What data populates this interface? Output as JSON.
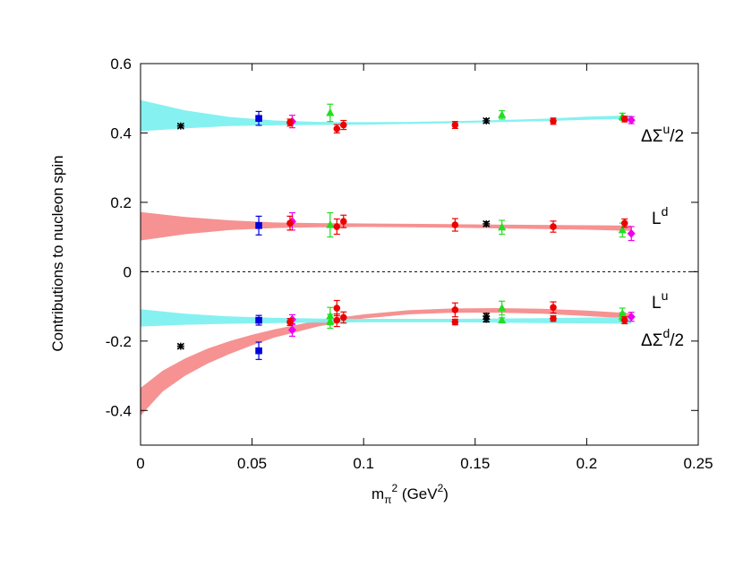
{
  "chart_data": {
    "type": "scatter",
    "xlim": [
      0,
      0.25
    ],
    "ylim": [
      -0.5,
      0.6
    ],
    "xticks": [
      {
        "value": 0,
        "label": "0"
      },
      {
        "value": 0.05,
        "label": "0.05"
      },
      {
        "value": 0.1,
        "label": "0.1"
      },
      {
        "value": 0.15,
        "label": "0.15"
      },
      {
        "value": 0.2,
        "label": "0.2"
      },
      {
        "value": 0.25,
        "label": "0.25"
      }
    ],
    "yticks": [
      {
        "value": -0.4,
        "label": "-0.4"
      },
      {
        "value": -0.2,
        "label": "-0.2"
      },
      {
        "value": 0,
        "label": "0"
      },
      {
        "value": 0.2,
        "label": "0.2"
      },
      {
        "value": 0.4,
        "label": "0.4"
      },
      {
        "value": 0.6,
        "label": "0.6"
      }
    ],
    "ylabel": "Contributions to nucleon spin",
    "xlabel": {
      "base": "m",
      "sub": "π",
      "sup": "2",
      "unit_open": " (GeV",
      "unit_sup": "2",
      "unit_close": ")"
    },
    "zero_line": true,
    "colors": {
      "cyan_band": "#7ff0f0",
      "red_band": "#f58c8c",
      "black": "#000000",
      "blue": "#0000dd",
      "magenta": "#ee00ee",
      "green": "#22dd22",
      "red": "#ee0000"
    },
    "bands": [
      {
        "id": "dsigma-u",
        "color": "cyan_band",
        "label": {
          "pre": "ΔΣ",
          "sup": "u",
          "post": "/2"
        },
        "x": [
          0,
          0.02,
          0.04,
          0.06,
          0.08,
          0.1,
          0.12,
          0.14,
          0.16,
          0.18,
          0.2,
          0.22
        ],
        "lo": [
          0.405,
          0.413,
          0.42,
          0.422,
          0.423,
          0.424,
          0.426,
          0.428,
          0.431,
          0.434,
          0.438,
          0.441
        ],
        "hi": [
          0.495,
          0.465,
          0.446,
          0.436,
          0.432,
          0.431,
          0.432,
          0.434,
          0.437,
          0.441,
          0.447,
          0.451
        ]
      },
      {
        "id": "l-d",
        "color": "red_band",
        "label": {
          "pre": "L",
          "sup": "d",
          "post": ""
        },
        "x": [
          0,
          0.02,
          0.04,
          0.06,
          0.08,
          0.1,
          0.12,
          0.14,
          0.16,
          0.18,
          0.2,
          0.22
        ],
        "lo": [
          0.09,
          0.108,
          0.12,
          0.126,
          0.128,
          0.129,
          0.128,
          0.127,
          0.125,
          0.123,
          0.121,
          0.118
        ],
        "hi": [
          0.172,
          0.158,
          0.148,
          0.142,
          0.14,
          0.139,
          0.138,
          0.137,
          0.136,
          0.135,
          0.134,
          0.133
        ]
      },
      {
        "id": "l-u",
        "color": "red_band",
        "label": {
          "pre": "L",
          "sup": "u",
          "post": ""
        },
        "x": [
          0,
          0.01,
          0.02,
          0.03,
          0.04,
          0.05,
          0.06,
          0.08,
          0.1,
          0.12,
          0.14,
          0.16,
          0.18,
          0.2,
          0.22
        ],
        "lo": [
          -0.415,
          -0.345,
          -0.3,
          -0.265,
          -0.237,
          -0.212,
          -0.19,
          -0.157,
          -0.135,
          -0.123,
          -0.118,
          -0.118,
          -0.121,
          -0.128,
          -0.135
        ],
        "hi": [
          -0.335,
          -0.285,
          -0.25,
          -0.222,
          -0.2,
          -0.182,
          -0.166,
          -0.14,
          -0.123,
          -0.111,
          -0.106,
          -0.105,
          -0.107,
          -0.112,
          -0.12
        ]
      },
      {
        "id": "dsigma-d",
        "color": "cyan_band",
        "label": {
          "pre": "ΔΣ",
          "sup": "d",
          "post": "/2"
        },
        "x": [
          0,
          0.02,
          0.04,
          0.06,
          0.08,
          0.1,
          0.12,
          0.14,
          0.16,
          0.18,
          0.2,
          0.22
        ],
        "lo": [
          -0.158,
          -0.153,
          -0.15,
          -0.148,
          -0.147,
          -0.146,
          -0.146,
          -0.146,
          -0.147,
          -0.148,
          -0.149,
          -0.15
        ],
        "hi": [
          -0.108,
          -0.121,
          -0.129,
          -0.133,
          -0.135,
          -0.136,
          -0.136,
          -0.136,
          -0.135,
          -0.134,
          -0.132,
          -0.131
        ]
      }
    ],
    "series": [
      {
        "color": "black",
        "marker": "asterisk",
        "points": [
          {
            "x": 0.018,
            "y": 0.42,
            "err": 0.005
          },
          {
            "x": 0.155,
            "y": 0.435,
            "err": 0.006
          },
          {
            "x": 0.155,
            "y": 0.138,
            "err": 0.006
          },
          {
            "x": 0.018,
            "y": -0.215,
            "err": 0.005
          },
          {
            "x": 0.155,
            "y": -0.128,
            "err": 0.008
          },
          {
            "x": 0.155,
            "y": -0.137,
            "err": 0.008
          }
        ]
      },
      {
        "color": "blue",
        "marker": "square",
        "points": [
          {
            "x": 0.053,
            "y": 0.442,
            "err": 0.02
          },
          {
            "x": 0.053,
            "y": 0.133,
            "err": 0.027
          },
          {
            "x": 0.053,
            "y": -0.14,
            "err": 0.014
          },
          {
            "x": 0.053,
            "y": -0.228,
            "err": 0.025
          }
        ]
      },
      {
        "color": "magenta",
        "marker": "diamond",
        "points": [
          {
            "x": 0.068,
            "y": 0.433,
            "err": 0.018
          },
          {
            "x": 0.068,
            "y": 0.145,
            "err": 0.025
          },
          {
            "x": 0.068,
            "y": -0.138,
            "err": 0.014
          },
          {
            "x": 0.068,
            "y": -0.168,
            "err": 0.018
          },
          {
            "x": 0.22,
            "y": 0.437,
            "err": 0.01
          },
          {
            "x": 0.22,
            "y": 0.11,
            "err": 0.02
          },
          {
            "x": 0.22,
            "y": -0.13,
            "err": 0.013
          }
        ]
      },
      {
        "color": "green",
        "marker": "triangle",
        "points": [
          {
            "x": 0.085,
            "y": 0.458,
            "err": 0.025
          },
          {
            "x": 0.085,
            "y": 0.135,
            "err": 0.035
          },
          {
            "x": 0.085,
            "y": -0.128,
            "err": 0.025
          },
          {
            "x": 0.085,
            "y": -0.143,
            "err": 0.02
          },
          {
            "x": 0.162,
            "y": 0.452,
            "err": 0.012
          },
          {
            "x": 0.162,
            "y": 0.128,
            "err": 0.02
          },
          {
            "x": 0.162,
            "y": -0.105,
            "err": 0.02
          },
          {
            "x": 0.162,
            "y": -0.14,
            "err": 0.007
          },
          {
            "x": 0.216,
            "y": 0.447,
            "err": 0.01
          },
          {
            "x": 0.216,
            "y": 0.12,
            "err": 0.02
          },
          {
            "x": 0.216,
            "y": -0.12,
            "err": 0.015
          },
          {
            "x": 0.216,
            "y": -0.13,
            "err": 0.012
          }
        ]
      },
      {
        "color": "red",
        "marker": "circle",
        "points": [
          {
            "x": 0.067,
            "y": 0.43,
            "err": 0.01
          },
          {
            "x": 0.067,
            "y": 0.14,
            "err": 0.02
          },
          {
            "x": 0.067,
            "y": -0.145,
            "err": 0.01
          },
          {
            "x": 0.088,
            "y": 0.412,
            "err": 0.012
          },
          {
            "x": 0.088,
            "y": 0.13,
            "err": 0.022
          },
          {
            "x": 0.088,
            "y": -0.105,
            "err": 0.022
          },
          {
            "x": 0.088,
            "y": -0.14,
            "err": 0.018
          },
          {
            "x": 0.091,
            "y": 0.423,
            "err": 0.013
          },
          {
            "x": 0.091,
            "y": 0.145,
            "err": 0.018
          },
          {
            "x": 0.091,
            "y": -0.132,
            "err": 0.016
          },
          {
            "x": 0.141,
            "y": 0.423,
            "err": 0.01
          },
          {
            "x": 0.141,
            "y": 0.135,
            "err": 0.018
          },
          {
            "x": 0.141,
            "y": -0.11,
            "err": 0.02
          },
          {
            "x": 0.141,
            "y": -0.145,
            "err": 0.008
          },
          {
            "x": 0.185,
            "y": 0.434,
            "err": 0.009
          },
          {
            "x": 0.185,
            "y": 0.13,
            "err": 0.016
          },
          {
            "x": 0.185,
            "y": -0.103,
            "err": 0.016
          },
          {
            "x": 0.185,
            "y": -0.135,
            "err": 0.008
          },
          {
            "x": 0.217,
            "y": 0.44,
            "err": 0.008
          },
          {
            "x": 0.217,
            "y": 0.14,
            "err": 0.012
          },
          {
            "x": 0.217,
            "y": -0.14,
            "err": 0.01
          }
        ]
      }
    ]
  }
}
